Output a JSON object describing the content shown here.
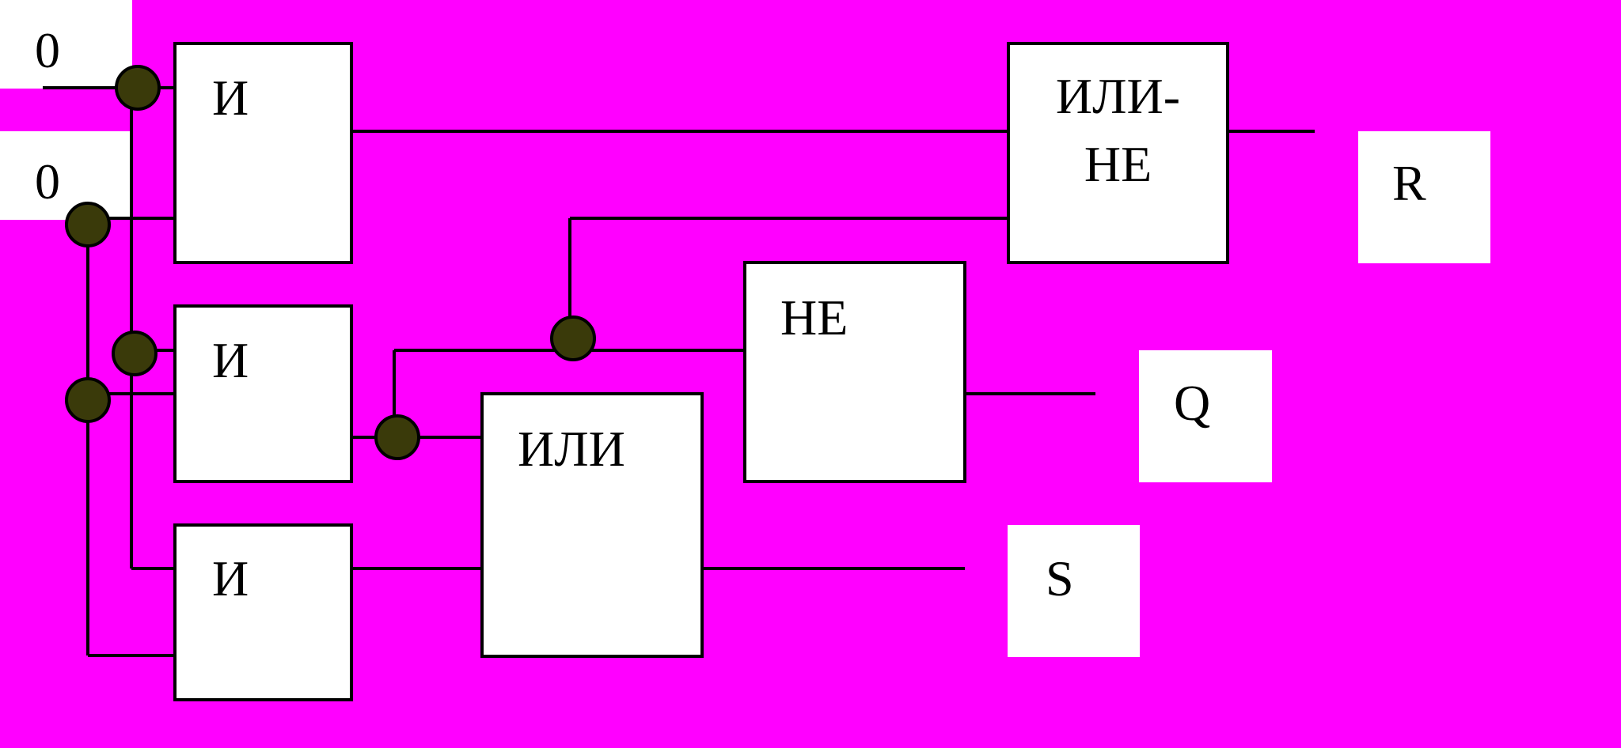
{
  "colors": {
    "background": "#ff00ff",
    "block_fill": "#ffffff",
    "wire": "#000000",
    "junction": "#3a3a0a"
  },
  "inputs": {
    "in1": "0",
    "in2": "0"
  },
  "gates": {
    "and1": "И",
    "and2": "И",
    "and3": "И",
    "or": "ИЛИ",
    "not": "НЕ",
    "nor_line1": "ИЛИ-",
    "nor_line2": "НЕ"
  },
  "outputs": {
    "r": "R",
    "q": "Q",
    "s": "S"
  }
}
